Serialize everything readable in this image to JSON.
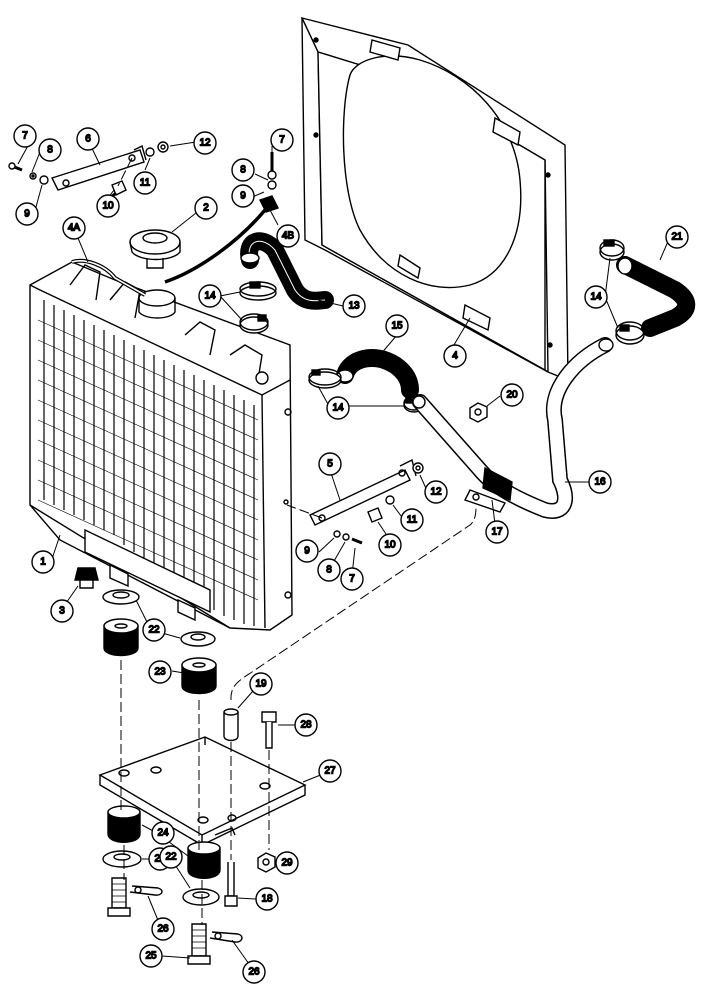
{
  "callouts": [
    {
      "id": "c1",
      "label": "1"
    },
    {
      "id": "c2",
      "label": "2"
    },
    {
      "id": "c3",
      "label": "3"
    },
    {
      "id": "c4",
      "label": "4"
    },
    {
      "id": "c4a",
      "label": "4A"
    },
    {
      "id": "c4b",
      "label": "4B"
    },
    {
      "id": "c5",
      "label": "5"
    },
    {
      "id": "c6",
      "label": "6"
    },
    {
      "id": "c7a",
      "label": "7"
    },
    {
      "id": "c7b",
      "label": "7"
    },
    {
      "id": "c7c",
      "label": "7"
    },
    {
      "id": "c8a",
      "label": "8"
    },
    {
      "id": "c8b",
      "label": "8"
    },
    {
      "id": "c8c",
      "label": "8"
    },
    {
      "id": "c9a",
      "label": "9"
    },
    {
      "id": "c9b",
      "label": "9"
    },
    {
      "id": "c9c",
      "label": "9"
    },
    {
      "id": "c10a",
      "label": "10"
    },
    {
      "id": "c10b",
      "label": "10"
    },
    {
      "id": "c11a",
      "label": "11"
    },
    {
      "id": "c11b",
      "label": "11"
    },
    {
      "id": "c12a",
      "label": "12"
    },
    {
      "id": "c12b",
      "label": "12"
    },
    {
      "id": "c13",
      "label": "13"
    },
    {
      "id": "c14a",
      "label": "14"
    },
    {
      "id": "c14b",
      "label": "14"
    },
    {
      "id": "c14c",
      "label": "14"
    },
    {
      "id": "c15",
      "label": "15"
    },
    {
      "id": "c16",
      "label": "16"
    },
    {
      "id": "c17",
      "label": "17"
    },
    {
      "id": "c18",
      "label": "18"
    },
    {
      "id": "c19",
      "label": "19"
    },
    {
      "id": "c20",
      "label": "20"
    },
    {
      "id": "c21",
      "label": "21"
    },
    {
      "id": "c22a",
      "label": "22"
    },
    {
      "id": "c22b",
      "label": "22"
    },
    {
      "id": "c22c",
      "label": "22"
    },
    {
      "id": "c23",
      "label": "23"
    },
    {
      "id": "c24",
      "label": "24"
    },
    {
      "id": "c25",
      "label": "25"
    },
    {
      "id": "c26a",
      "label": "26"
    },
    {
      "id": "c26b",
      "label": "26"
    },
    {
      "id": "c27",
      "label": "27"
    },
    {
      "id": "c28",
      "label": "28"
    },
    {
      "id": "c29",
      "label": "29"
    }
  ]
}
